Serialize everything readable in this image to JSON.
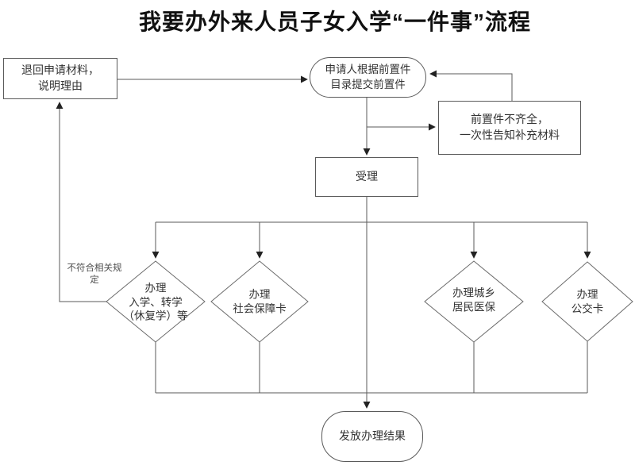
{
  "title": "我要办外来人员子女入学“一件事”流程",
  "colors": {
    "line": "#5a5a5a",
    "arrow": "#222222",
    "shape_border": "#5a5a5a",
    "text": "#333333",
    "background": "#ffffff"
  },
  "nodes": {
    "return_materials": {
      "lines": [
        "退回申请材料，",
        "说明理由"
      ]
    },
    "submit_prerequisites": {
      "lines": [
        "申请人根据前置件",
        "目录提交前置件"
      ]
    },
    "incomplete_notice": {
      "lines": [
        "前置件不齐全，",
        "一次性告知补充材料"
      ]
    },
    "accept": {
      "label": "受理"
    },
    "enrollment": {
      "lines": [
        "办理",
        "入学、转学",
        "（休复学）等"
      ]
    },
    "social_security_card": {
      "lines": [
        "办理",
        "社会保障卡"
      ]
    },
    "medical_insurance": {
      "lines": [
        "办理城乡",
        "居民医保"
      ]
    },
    "bus_card": {
      "lines": [
        "办理",
        "公交卡"
      ]
    },
    "issue_result": {
      "label": "发放办理结果"
    }
  },
  "edge_labels": {
    "not_compliant": {
      "lines": [
        "不符合相关规",
        "定"
      ]
    }
  }
}
